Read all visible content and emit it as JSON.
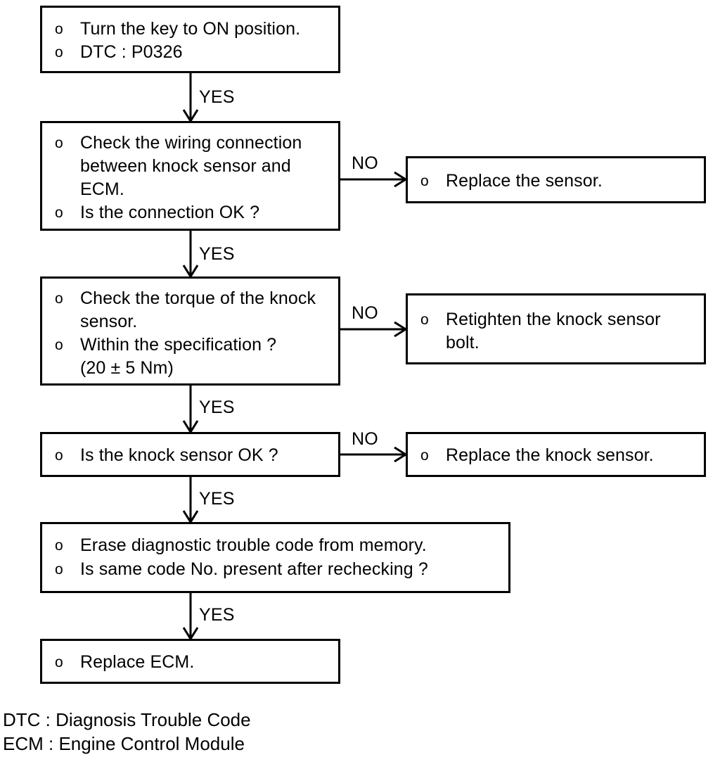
{
  "diagram": {
    "type": "troubleshooting-flowchart",
    "bullet_marker": "o",
    "nodes": [
      {
        "id": "start",
        "lines": [
          "Turn the key to ON position.",
          "DTC : P0326"
        ]
      },
      {
        "id": "check-wiring",
        "lines": [
          "Check the wiring connection\nbetween knock sensor and\nECM.",
          "Is the connection OK ?"
        ]
      },
      {
        "id": "replace-sensor",
        "lines": [
          "Replace the sensor."
        ]
      },
      {
        "id": "check-torque",
        "lines": [
          "Check the torque of the knock\nsensor.",
          "Within the specification ?\n(20 ± 5 Nm)"
        ]
      },
      {
        "id": "retighten-bolt",
        "lines": [
          "Retighten the knock sensor\nbolt."
        ]
      },
      {
        "id": "sensor-ok",
        "lines": [
          "Is the knock sensor OK ?"
        ]
      },
      {
        "id": "replace-knock-sensor",
        "lines": [
          "Replace the knock sensor."
        ]
      },
      {
        "id": "erase-code",
        "lines": [
          "Erase diagnostic trouble code from memory.",
          "Is same code No. present after rechecking ?"
        ]
      },
      {
        "id": "replace-ecm",
        "lines": [
          "Replace ECM."
        ]
      }
    ],
    "edge_labels": {
      "yes_1": "YES",
      "yes_2": "YES",
      "yes_3": "YES",
      "yes_4": "YES",
      "yes_5": "YES",
      "no_1": "NO",
      "no_2": "NO",
      "no_3": "NO"
    },
    "legend": "DTC : Diagnosis Trouble Code\nECM : Engine Control Module",
    "colors": {
      "stroke": "#000000",
      "background": "#ffffff",
      "text": "#000000"
    }
  }
}
